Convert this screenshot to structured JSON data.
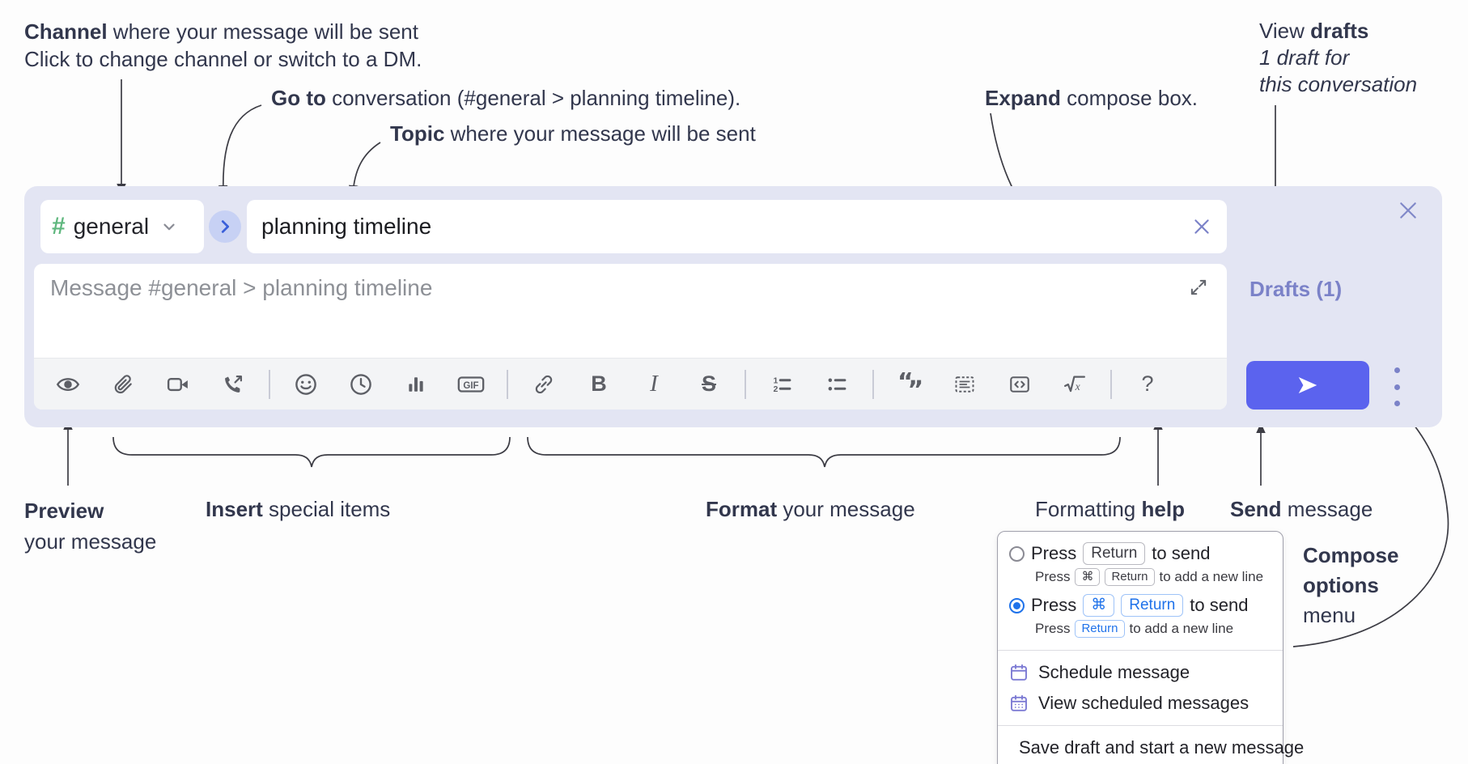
{
  "annotations": {
    "channel_line1_bold": "Channel",
    "channel_line1_rest": " where your message will be sent",
    "channel_line2": "Click to change channel or switch to a DM.",
    "goto_bold": "Go to",
    "goto_rest": " conversation (#general > planning timeline).",
    "topic_bold": "Topic",
    "topic_rest": " where your message will be sent",
    "expand_bold": "Expand",
    "expand_rest": " compose box.",
    "drafts_pre": "View ",
    "drafts_bold": "drafts",
    "drafts_line2": "1 draft for",
    "drafts_line3": "this conversation",
    "preview_bold": "Preview",
    "preview_line2": "your message",
    "insert_bold": "Insert",
    "insert_rest": " special items",
    "format_bold": "Format",
    "format_rest": " your message",
    "help_pre": "Formatting ",
    "help_bold": "help",
    "send_bold": "Send",
    "send_rest": " message",
    "compose_line1": "Compose",
    "compose_line2": "options",
    "compose_line3": "menu"
  },
  "composer": {
    "channel_hash": "#",
    "channel_name": "general",
    "topic_value": "planning timeline",
    "message_placeholder": "Message #general > planning timeline",
    "drafts_label": "Drafts (1)",
    "toolbar": {
      "gif": "GIF",
      "bold": "B",
      "italic": "I",
      "strike": "S",
      "help": "?"
    }
  },
  "menu": {
    "opt1_press": "Press",
    "opt1_key": "Return",
    "opt1_tail": "to send",
    "opt1_sub_press": "Press",
    "opt1_sub_key1": "⌘",
    "opt1_sub_key2": "Return",
    "opt1_sub_tail": "to add a new line",
    "opt2_press": "Press",
    "opt2_key1": "⌘",
    "opt2_key2": "Return",
    "opt2_tail": "to send",
    "opt2_sub_press": "Press",
    "opt2_sub_key": "Return",
    "opt2_sub_tail": "to add a new line",
    "item_schedule": "Schedule message",
    "item_view_scheduled": "View scheduled messages",
    "item_save_draft": "Save draft and start a new message"
  },
  "colors": {
    "ink": "#32374d",
    "lavender": "#e3e5f3",
    "accent_send": "#5b63ee",
    "purple": "#7b82c8",
    "green_hash": "#5fb77e",
    "blue_link": "#1f72ea",
    "menu_purple": "#7d7bd4",
    "icon": "#5d5f66"
  }
}
